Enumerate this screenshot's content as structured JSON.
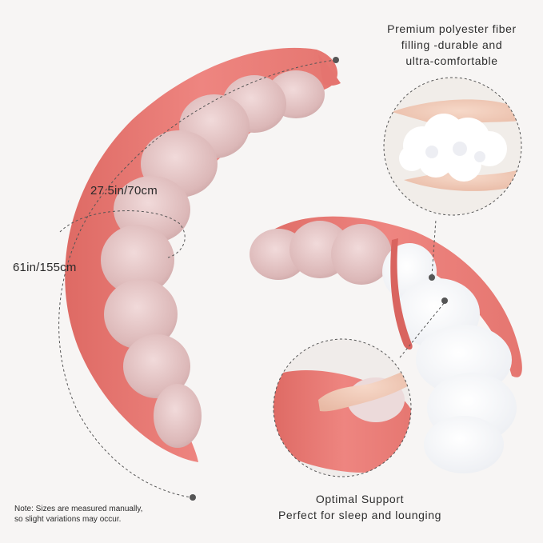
{
  "features": {
    "filling": {
      "line1": "Premium polyester fiber",
      "line2": "filling -durable and",
      "line3": "ultra-comfortable"
    },
    "support": {
      "title": "Optimal Support",
      "subtitle": "Perfect for sleep and lounging"
    }
  },
  "dimensions": {
    "width": "27.5in/70cm",
    "length": "61in/155cm"
  },
  "note": {
    "line1": "Note: Sizes are measured manually,",
    "line2": "so slight variations may occur."
  },
  "colors": {
    "cover_coral": "#e97a74",
    "cover_coral_dark": "#d9645f",
    "inner_pink": "#e8c9c9",
    "inner_pink_shadow": "#d8b3b3",
    "insert_white": "#ffffff",
    "background": "#f7f5f4"
  }
}
